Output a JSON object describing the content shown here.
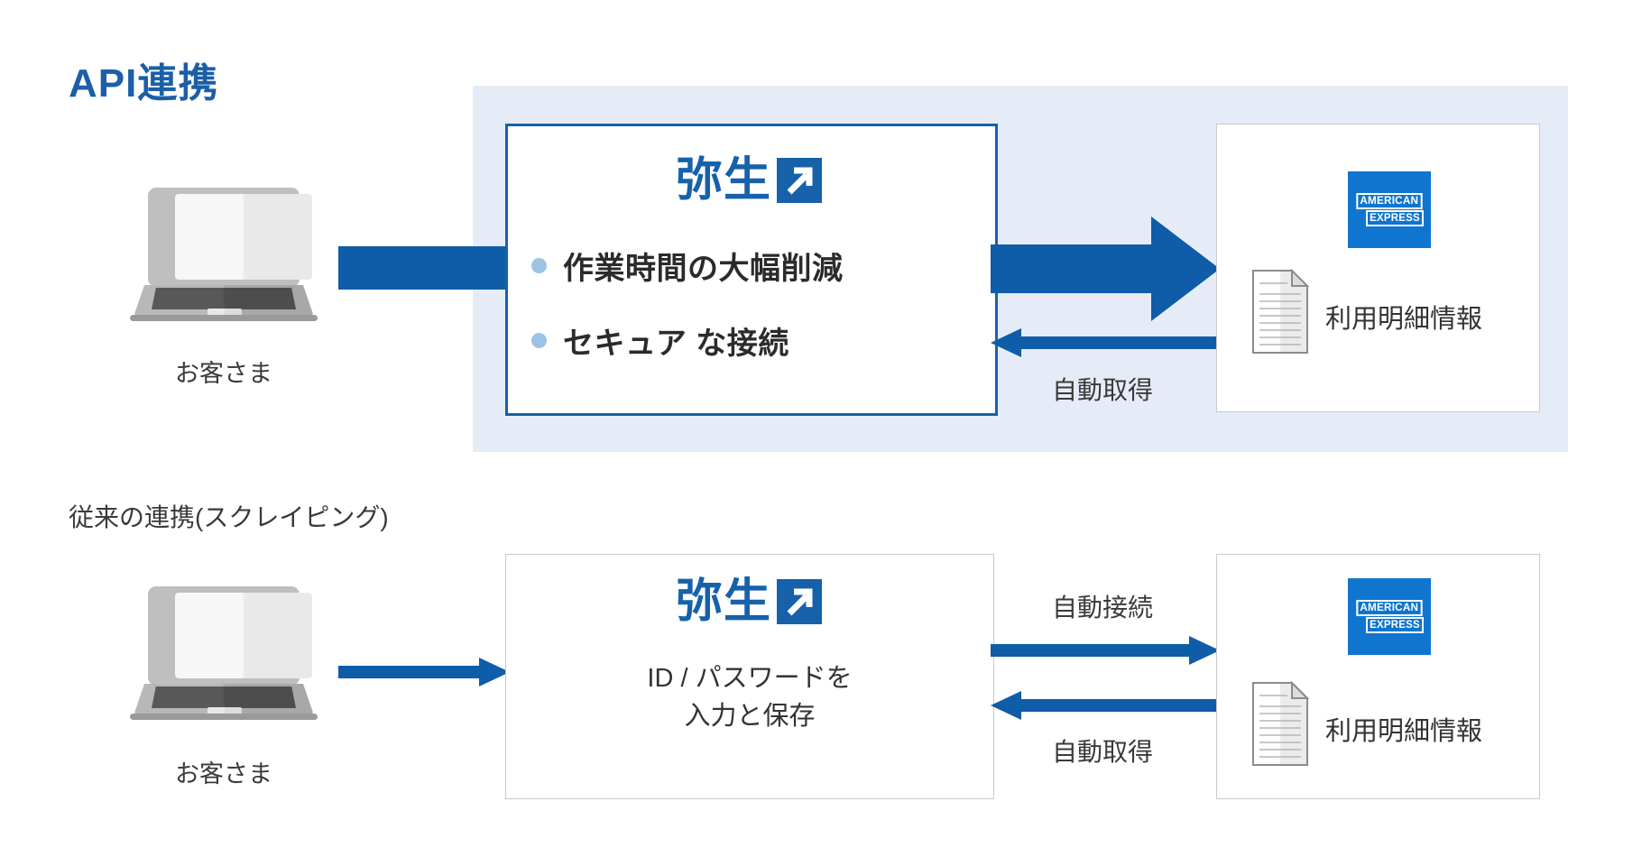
{
  "sections": {
    "api": {
      "title": "API連携",
      "customer": {
        "caption": "お客さま",
        "icon": "laptop-icon"
      },
      "yayoi": {
        "brand": "弥生",
        "mark_icon": "diagonal-arrow-icon",
        "bullets": [
          "作業時間の大幅削減",
          "セキュア な接続"
        ]
      },
      "vendor": {
        "logo_line1": "AMERICAN",
        "logo_line2": "EXPRESS",
        "doc_label": "利用明細情報",
        "doc_icon": "document-icon"
      },
      "arrows": {
        "customer_to_yayoi": {
          "icon": "thick-bar-arrow-icon",
          "label": ""
        },
        "yayoi_to_vendor": {
          "icon": "block-arrow-right-icon",
          "label": ""
        },
        "vendor_to_yayoi": {
          "icon": "arrow-left-icon",
          "label": "自動取得"
        }
      }
    },
    "legacy": {
      "title": "従来の連携(スクレイピング)",
      "customer": {
        "caption": "お客さま",
        "icon": "laptop-icon"
      },
      "yayoi": {
        "brand": "弥生",
        "mark_icon": "diagonal-arrow-icon",
        "caption_line1": "ID / パスワードを",
        "caption_line2": "入力と保存"
      },
      "vendor": {
        "logo_line1": "AMERICAN",
        "logo_line2": "EXPRESS",
        "doc_label": "利用明細情報",
        "doc_icon": "document-icon"
      },
      "arrows": {
        "customer_to_yayoi": {
          "icon": "arrow-right-icon",
          "label": ""
        },
        "yayoi_to_vendor": {
          "icon": "arrow-right-icon",
          "label": "自動接続"
        },
        "vendor_to_yayoi": {
          "icon": "arrow-left-icon",
          "label": "自動取得"
        }
      }
    }
  },
  "colors": {
    "brand_blue": "#1761ab",
    "arrow_blue": "#0f5ca8",
    "amex_blue": "#0f75cf",
    "panel_bg": "#e6ecf7",
    "bullet_dot": "#9cc3e4",
    "text_dark": "#333333"
  }
}
